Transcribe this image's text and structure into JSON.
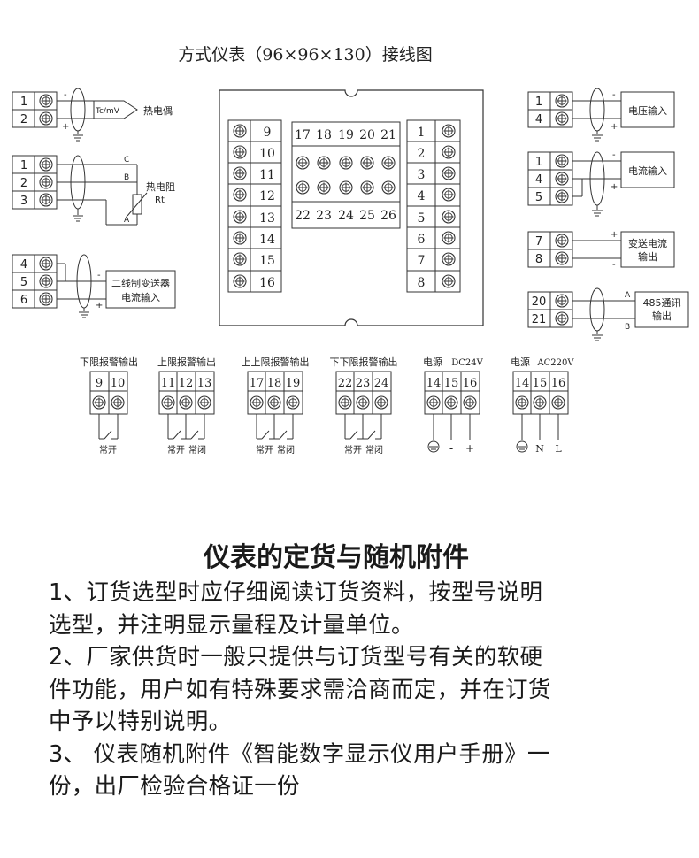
{
  "diagram": {
    "title": "方式仪表（96×96×130）接线图",
    "left_groups": {
      "thermocouple": {
        "terminals": [
          "1",
          "2"
        ],
        "signs": [
          "-",
          "+"
        ],
        "signal_label": "Tc/mV",
        "device_label": "热电偶"
      },
      "rtd": {
        "terminals": [
          "1",
          "2",
          "3"
        ],
        "wire_labels": [
          "C",
          "B",
          "A"
        ],
        "device_label_1": "热电阻",
        "device_label_2": "Rt"
      },
      "transmitter": {
        "terminals": [
          "4",
          "5",
          "6"
        ],
        "signs": [
          "-",
          "+"
        ],
        "device_label_1": "二线制变送器",
        "device_label_2": "电流输入"
      }
    },
    "meter": {
      "left_terminals": [
        "9",
        "10",
        "11",
        "12",
        "13",
        "14",
        "15",
        "16"
      ],
      "middle_top": [
        "17",
        "18",
        "19",
        "20",
        "21"
      ],
      "middle_bottom": [
        "22",
        "23",
        "24",
        "25",
        "26"
      ],
      "right_terminals": [
        "1",
        "2",
        "3",
        "4",
        "5",
        "6",
        "7",
        "8"
      ]
    },
    "right_groups": {
      "voltage": {
        "terminals": [
          "1",
          "4"
        ],
        "signs": [
          "-",
          "+"
        ],
        "device_label": "电压输入"
      },
      "current": {
        "terminals": [
          "1",
          "4",
          "5"
        ],
        "signs": [
          "-",
          "+"
        ],
        "device_label": "电流输入"
      },
      "retransmit": {
        "terminals": [
          "7",
          "8"
        ],
        "signs": [
          "+",
          "-"
        ],
        "device_label_1": "变送电流",
        "device_label_2": "输出"
      },
      "rs485": {
        "terminals": [
          "20",
          "21"
        ],
        "wire_labels": [
          "A",
          "B"
        ],
        "device_label_1": "485通讯",
        "device_label_2": "输出"
      }
    },
    "bottom_groups": [
      {
        "label": "下限报警输出",
        "terminals": [
          "9",
          "10"
        ],
        "contacts": [
          "常开"
        ]
      },
      {
        "label": "上限报警输出",
        "terminals": [
          "11",
          "12",
          "13"
        ],
        "contacts": [
          "常开",
          "常闭"
        ]
      },
      {
        "label": "上上限报警输出",
        "terminals": [
          "17",
          "18",
          "19"
        ],
        "contacts": [
          "常开",
          "常闭"
        ]
      },
      {
        "label": "下下限报警输出",
        "terminals": [
          "22",
          "23",
          "24"
        ],
        "contacts": [
          "常开",
          "常闭"
        ]
      },
      {
        "label": "电源",
        "label2": "DC24V",
        "terminals": [
          "14",
          "15",
          "16"
        ],
        "marks": [
          "-",
          "+"
        ]
      },
      {
        "label": "电源",
        "label2": "AC220V",
        "terminals": [
          "14",
          "15",
          "16"
        ],
        "marks": [
          "N",
          "L"
        ]
      }
    ]
  },
  "section": {
    "heading": "仪表的定货与随机附件",
    "lines": [
      "1、订货选型时应仔细阅读订货资料，按型号说明",
      "选型，并注明显示量程及计量单位。",
      "2、厂家供货时一般只提供与订货型号有关的软硬",
      "件功能，用户如有特殊要求需洽商而定，并在订货",
      "中予以特别说明。",
      "3、 仪表随机附件《智能数字显示仪用户手册》一",
      "份，出厂检验合格证一份"
    ]
  }
}
